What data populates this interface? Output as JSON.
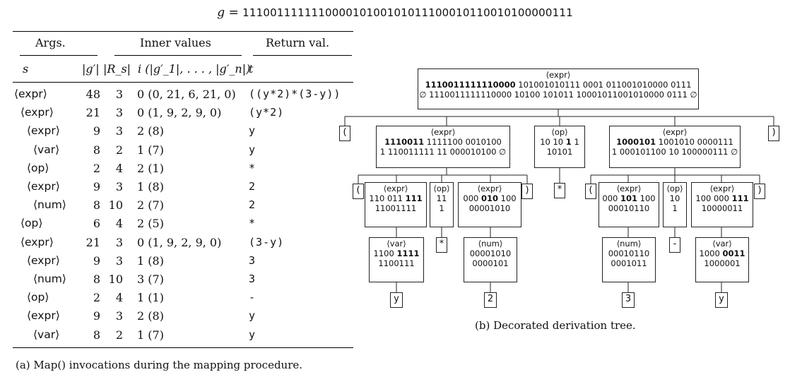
{
  "genome": {
    "label": "g =",
    "value": "111001111111000010100101011100010110010100000111"
  },
  "table": {
    "group_headers": {
      "args": "Args.",
      "inner": "Inner values",
      "ret": "Return val."
    },
    "col_headers": {
      "s": "s",
      "gp": "|g′|",
      "rs": "|R_s|",
      "i": "i (|g′_1|, . . . , |g′_n|)",
      "t": "t"
    },
    "rows": [
      {
        "s": "⟨expr⟩",
        "indent": 0,
        "gp": "48",
        "rs": "3",
        "i": "0 (0, 21, 6, 21, 0)",
        "t": "((y*2)*(3-y))"
      },
      {
        "s": "⟨expr⟩",
        "indent": 1,
        "gp": "21",
        "rs": "3",
        "i": "0 (1, 9, 2, 9, 0)",
        "t": "(y*2)"
      },
      {
        "s": "⟨expr⟩",
        "indent": 2,
        "gp": "9",
        "rs": "3",
        "i": "2 (8)",
        "t": "y"
      },
      {
        "s": "⟨var⟩",
        "indent": 3,
        "gp": "8",
        "rs": "2",
        "i": "1 (7)",
        "t": "y"
      },
      {
        "s": "⟨op⟩",
        "indent": 2,
        "gp": "2",
        "rs": "4",
        "i": "2 (1)",
        "t": "*"
      },
      {
        "s": "⟨expr⟩",
        "indent": 2,
        "gp": "9",
        "rs": "3",
        "i": "1 (8)",
        "t": "2"
      },
      {
        "s": "⟨num⟩",
        "indent": 3,
        "gp": "8",
        "rs": "10",
        "i": "2 (7)",
        "t": "2"
      },
      {
        "s": "⟨op⟩",
        "indent": 1,
        "gp": "6",
        "rs": "4",
        "i": "2 (5)",
        "t": "*"
      },
      {
        "s": "⟨expr⟩",
        "indent": 1,
        "gp": "21",
        "rs": "3",
        "i": "0 (1, 9, 2, 9, 0)",
        "t": "(3-y)"
      },
      {
        "s": "⟨expr⟩",
        "indent": 2,
        "gp": "9",
        "rs": "3",
        "i": "1 (8)",
        "t": "3"
      },
      {
        "s": "⟨num⟩",
        "indent": 3,
        "gp": "8",
        "rs": "10",
        "i": "3 (7)",
        "t": "3"
      },
      {
        "s": "⟨op⟩",
        "indent": 2,
        "gp": "2",
        "rs": "4",
        "i": "1 (1)",
        "t": "-"
      },
      {
        "s": "⟨expr⟩",
        "indent": 2,
        "gp": "9",
        "rs": "3",
        "i": "2 (8)",
        "t": "y"
      },
      {
        "s": "⟨var⟩",
        "indent": 3,
        "gp": "8",
        "rs": "2",
        "i": "1 (7)",
        "t": "y"
      }
    ]
  },
  "caption_a": "(a)  Map() invocations during the mapping procedure.",
  "caption_b": "(b)  Decorated derivation tree.",
  "tree": {
    "root": {
      "label": "⟨expr⟩",
      "line1_bold": "1110011111110000",
      "line1_rest": " 101001010111 0001 011001010000 0111",
      "line2": "∅ 1110011111110000 10100 101011 10001011001010000 0111 ∅"
    },
    "lparen1": "(",
    "rparen1": ")",
    "left_expr": {
      "label": "⟨expr⟩",
      "line1_bold": "1110011",
      "line1_rest": " 1111100 0010100",
      "line2": "1 110011111 11 000010100 ∅"
    },
    "op_top": {
      "label": "⟨op⟩",
      "line1_pre": "10 10 ",
      "line1_bold": "1",
      "line1_post": " 1",
      "line2": "10101"
    },
    "right_expr": {
      "label": "⟨expr⟩",
      "line1_bold": "1000101",
      "line1_rest": " 1001010 0000111",
      "line2": "1 000101100 10 100000111 ∅"
    },
    "op_top_leaf": "*",
    "l_lparen": "(",
    "l_rparen": ")",
    "r_lparen": "(",
    "r_rparen": ")",
    "ll_expr": {
      "label": "⟨expr⟩",
      "line1_pre": "110 011 ",
      "line1_bold": "111",
      "line2": "11001111"
    },
    "l_op": {
      "label": "⟨op⟩",
      "line1": "11",
      "line2": "1"
    },
    "lr_expr": {
      "label": "⟨expr⟩",
      "line1_pre": "000 ",
      "line1_bold": "010",
      "line1_post": " 100",
      "line2": "00001010"
    },
    "rl_expr": {
      "label": "⟨expr⟩",
      "line1_pre": "000 ",
      "line1_bold": "101",
      "line1_post": " 100",
      "line2": "00010110"
    },
    "r_op": {
      "label": "⟨op⟩",
      "line1": "10",
      "line2": "1"
    },
    "rr_expr": {
      "label": "⟨expr⟩",
      "line1_pre": "100 000 ",
      "line1_bold": "111",
      "line2": "10000011"
    },
    "l_var": {
      "label": "⟨var⟩",
      "line1_pre": "1100 ",
      "line1_bold": "1111",
      "line2": "1100111"
    },
    "l_op_leaf": "*",
    "l_num": {
      "label": "⟨num⟩",
      "line1": "00001010",
      "line2": "0000101"
    },
    "r_num": {
      "label": "⟨num⟩",
      "line1": "00010110",
      "line2": "0001011"
    },
    "r_op_leaf": "-",
    "r_var": {
      "label": "⟨var⟩",
      "line1_pre": "1000 ",
      "line1_bold": "0011",
      "line2": "1000001"
    },
    "leaf_y1": "y",
    "leaf_2": "2",
    "leaf_3": "3",
    "leaf_y2": "y"
  }
}
